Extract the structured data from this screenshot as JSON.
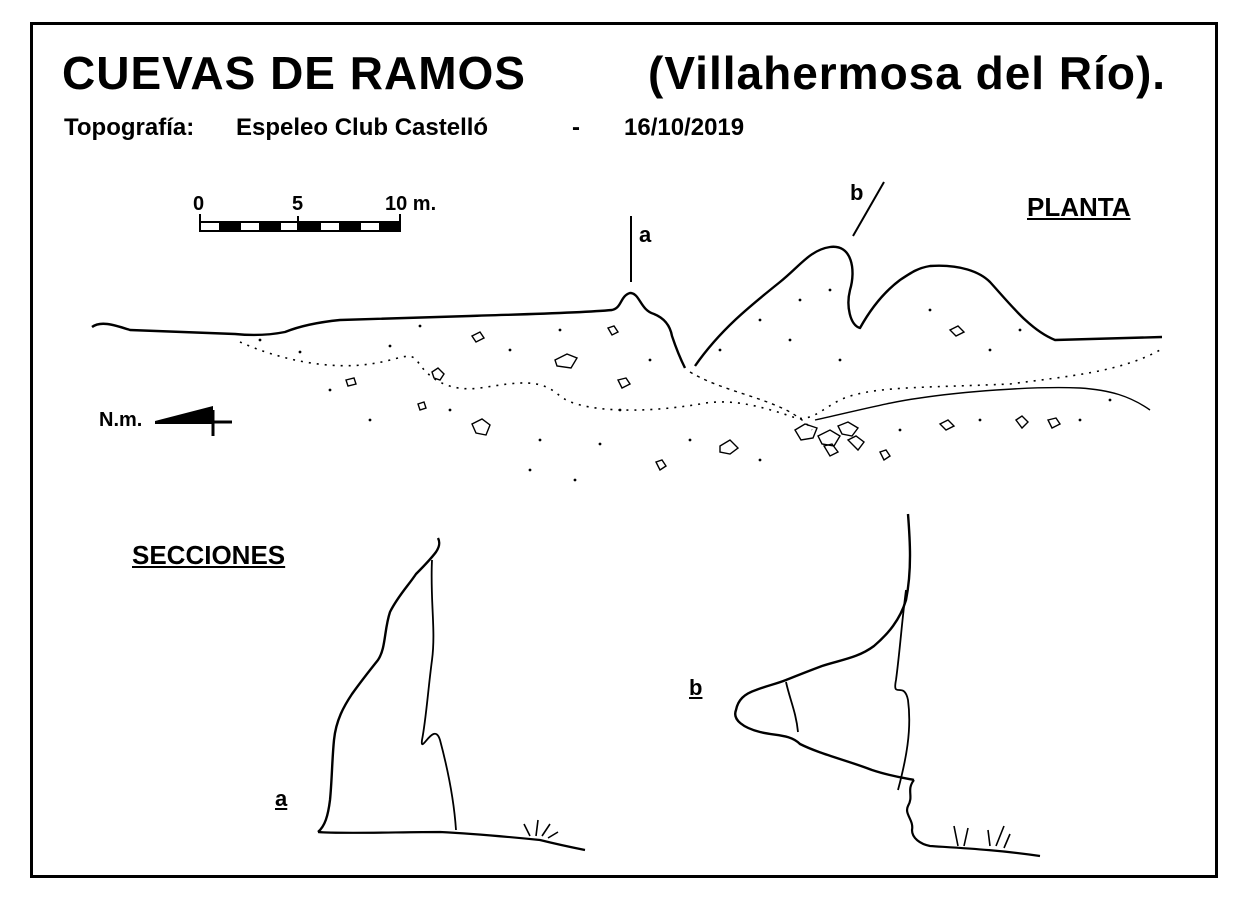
{
  "header": {
    "title": "CUEVAS DE RAMOS",
    "location": "(Villahermosa del Río).",
    "topography_label": "Topografía:",
    "club": "Espeleo Club Castelló",
    "separator": "-",
    "date": "16/10/2019"
  },
  "plan": {
    "heading": "PLANTA",
    "scale": {
      "tick_0": "0",
      "tick_5": "5",
      "tick_10": "10 m."
    },
    "north_label": "N.m.",
    "section_marker_a": "a",
    "section_marker_b": "b"
  },
  "sections": {
    "heading": "SECCIONES",
    "label_a": "a",
    "label_b": "b"
  },
  "colors": {
    "ink": "#000000",
    "paper": "#ffffff"
  }
}
